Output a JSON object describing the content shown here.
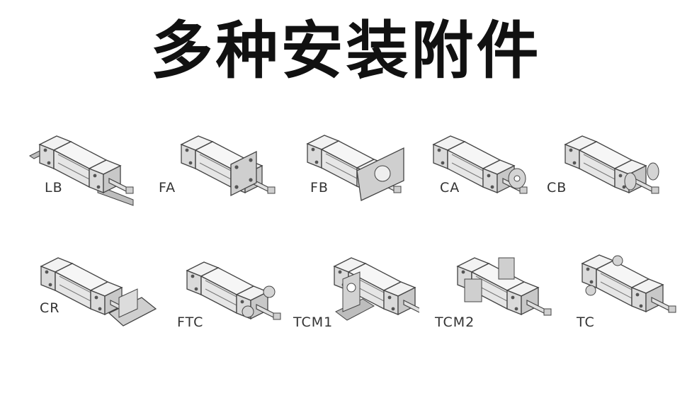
{
  "title": "多种安装附件",
  "row1": [
    {
      "label": "LB",
      "type": "foot-bracket"
    },
    {
      "label": "FA",
      "type": "rod-flange"
    },
    {
      "label": "FB",
      "type": "head-flange"
    },
    {
      "label": "CA",
      "type": "single-clevis"
    },
    {
      "label": "CB",
      "type": "double-clevis"
    }
  ],
  "row2": [
    {
      "label": "CR",
      "type": "clevis-bracket"
    },
    {
      "label": "FTC",
      "type": "front-trunnion"
    },
    {
      "label": "TCM1",
      "type": "center-trunnion-pedestal"
    },
    {
      "label": "TCM2",
      "type": "center-trunnion-block"
    },
    {
      "label": "TC",
      "type": "center-trunnion"
    }
  ]
}
